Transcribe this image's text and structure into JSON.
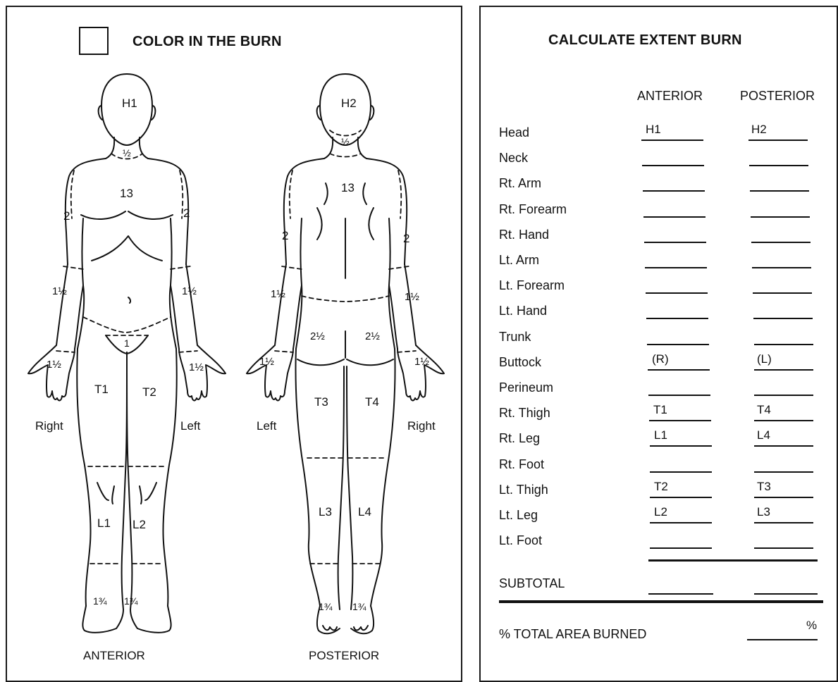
{
  "left": {
    "title": "COLOR IN THE BURN",
    "figures": {
      "anterior": {
        "caption": "ANTERIOR",
        "side_left": "Right",
        "side_right": "Left",
        "regions": {
          "head": "H1",
          "neck": "½",
          "chest": "13",
          "upper_arm_r": "2",
          "upper_arm_l": "2",
          "forearm_r": "1½",
          "forearm_l": "1½",
          "genital": "1",
          "hand_r": "1½",
          "hand_l": "1½",
          "thigh_r": "T1",
          "thigh_l": "T2",
          "leg_r": "L1",
          "leg_l": "L2",
          "foot_r": "1¾",
          "foot_l": "1¾"
        }
      },
      "posterior": {
        "caption": "POSTERIOR",
        "side_left": "Left",
        "side_right": "Right",
        "regions": {
          "head": "H2",
          "neck": "½",
          "back": "13",
          "upper_arm_l": "2",
          "upper_arm_r": "2",
          "forearm_l": "1½",
          "forearm_r": "1½",
          "buttock_l": "2½",
          "buttock_r": "2½",
          "hand_l": "1½",
          "hand_r": "1½",
          "thigh_l": "T3",
          "thigh_r": "T4",
          "leg_l": "L3",
          "leg_r": "L4",
          "foot_l": "1¾",
          "foot_r": "1¾"
        }
      }
    }
  },
  "right": {
    "title": "CALCULATE EXTENT BURN",
    "col_anterior": "ANTERIOR",
    "col_posterior": "POSTERIOR",
    "rows": [
      {
        "label": "Head",
        "anterior": "H1",
        "posterior": "H2"
      },
      {
        "label": "Neck",
        "anterior": "",
        "posterior": ""
      },
      {
        "label": "Rt. Arm",
        "anterior": "",
        "posterior": ""
      },
      {
        "label": "Rt. Forearm",
        "anterior": "",
        "posterior": ""
      },
      {
        "label": "Rt. Hand",
        "anterior": "",
        "posterior": ""
      },
      {
        "label": "Lt. Arm",
        "anterior": "",
        "posterior": ""
      },
      {
        "label": "Lt. Forearm",
        "anterior": "",
        "posterior": ""
      },
      {
        "label": "Lt. Hand",
        "anterior": "",
        "posterior": ""
      },
      {
        "label": "Trunk",
        "anterior": "",
        "posterior": ""
      },
      {
        "label": "Buttock",
        "anterior": "(R)",
        "posterior": "(L)"
      },
      {
        "label": "Perineum",
        "anterior": "",
        "posterior": ""
      },
      {
        "label": "Rt. Thigh",
        "anterior": "T1",
        "posterior": "T4"
      },
      {
        "label": "Rt. Leg",
        "anterior": "L1",
        "posterior": "L4"
      },
      {
        "label": "Rt. Foot",
        "anterior": "",
        "posterior": ""
      },
      {
        "label": "Lt. Thigh",
        "anterior": "T2",
        "posterior": "T3"
      },
      {
        "label": "Lt. Leg",
        "anterior": "L2",
        "posterior": "L3"
      },
      {
        "label": "Lt. Foot",
        "anterior": "",
        "posterior": ""
      }
    ],
    "subtotal_label": "SUBTOTAL",
    "total_label": "% TOTAL AREA BURNED",
    "total_unit": "%"
  }
}
